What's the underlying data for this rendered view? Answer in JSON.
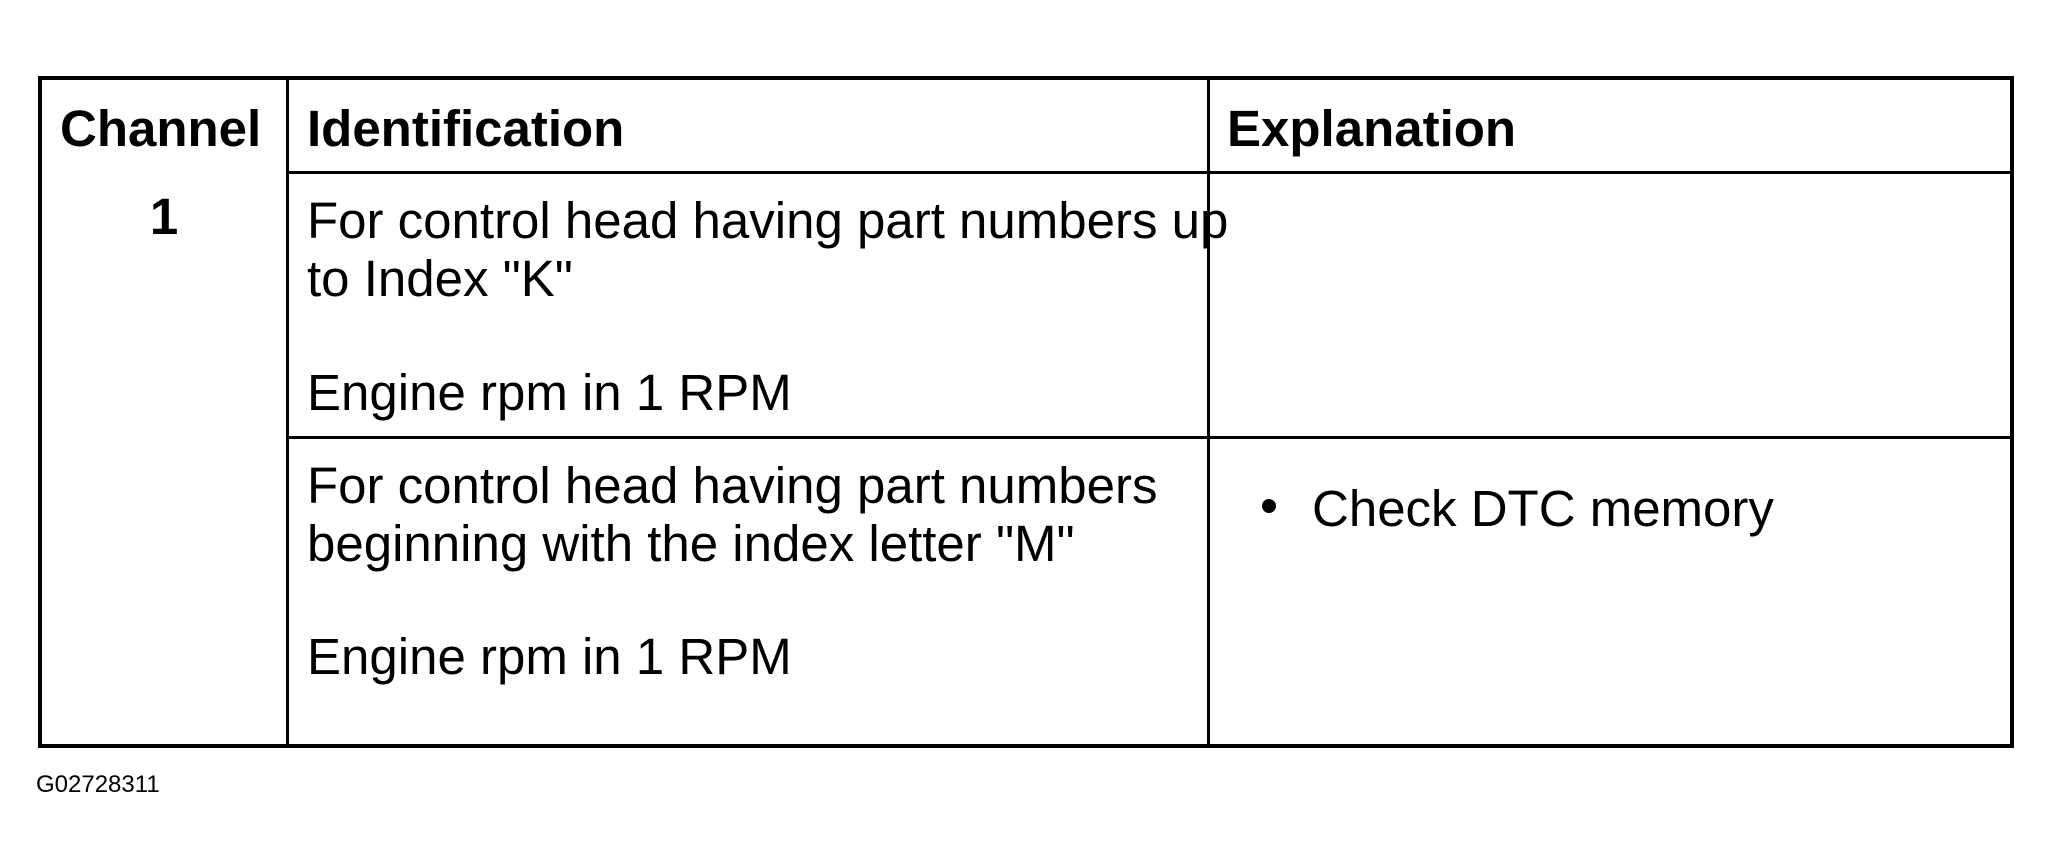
{
  "table": {
    "headers": {
      "channel": "Channel",
      "identification": "Identification",
      "explanation": "Explanation"
    },
    "channel_value": "1",
    "rows": [
      {
        "identification_lines": [
          "For control head having part numbers up",
          "to Index \"K\""
        ],
        "identification_detail": "Engine rpm in 1 RPM",
        "explanation": ""
      },
      {
        "identification_lines": [
          "For control head having part numbers",
          "beginning with the index letter \"M\""
        ],
        "identification_detail": "Engine rpm in 1 RPM",
        "explanation_bullets": [
          "Check DTC memory"
        ]
      }
    ]
  },
  "figure_id": "G02728311"
}
